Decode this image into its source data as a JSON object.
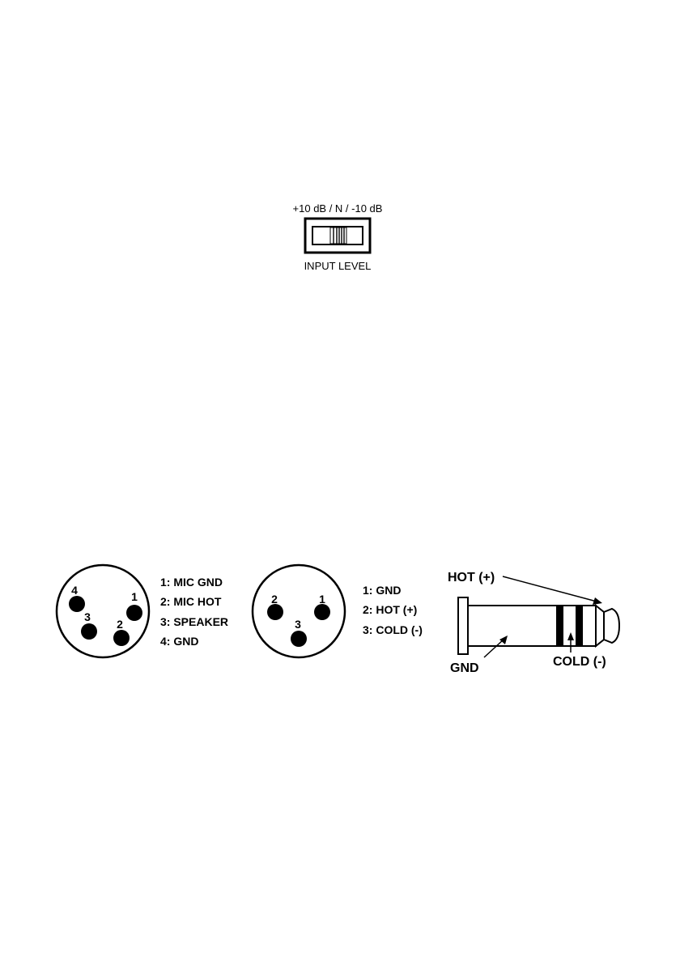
{
  "switch": {
    "top_label": "+10 dB / N / -10 dB",
    "bottom_label": "INPUT LEVEL"
  },
  "xlr4": {
    "pins": [
      "4",
      "1",
      "3",
      "2"
    ],
    "legend": [
      "1: MIC GND",
      "2: MIC HOT",
      "3: SPEAKER",
      "4: GND"
    ]
  },
  "xlr3": {
    "pins": [
      "2",
      "1",
      "3"
    ],
    "legend": [
      "1: GND",
      "2: HOT (+)",
      "3: COLD (-)"
    ]
  },
  "jack": {
    "hot_label": "HOT (+)",
    "gnd_label": "GND",
    "cold_label": "COLD (-)"
  }
}
